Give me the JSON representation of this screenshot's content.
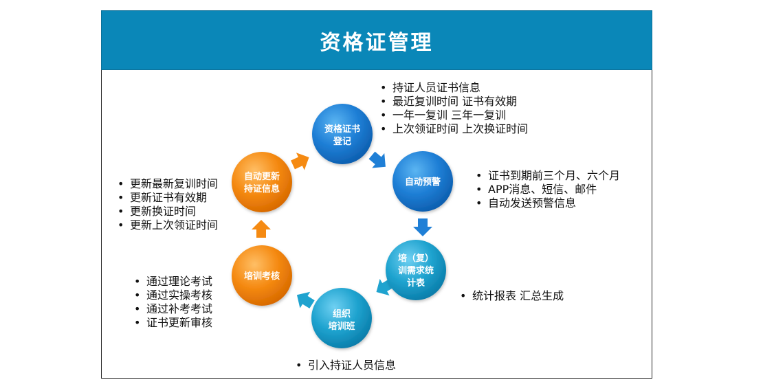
{
  "title": "资格证管理",
  "colors": {
    "header": "#0a87b8",
    "blue": "#1f7fd6",
    "orange": "#f58a12",
    "cyan": "#1fa3cf"
  },
  "nodes": {
    "register": [
      "资格证书",
      "登记"
    ],
    "warning": [
      "自动预警"
    ],
    "stats": [
      "培（复）",
      "训需求统",
      "计表"
    ],
    "class": [
      "组织",
      "培训班"
    ],
    "exam": [
      "培训考核"
    ],
    "update": [
      "自动更新",
      "持证信息"
    ]
  },
  "notes": {
    "register": [
      "持证人员证书信息",
      "最近复训时间 证书有效期",
      "一年一复训  三年一复训",
      "上次领证时间 上次换证时间"
    ],
    "warning": [
      "证书到期前三个月、六个月",
      "APP消息、短信、邮件",
      "自动发送预警信息"
    ],
    "stats": [
      "统计报表 汇总生成"
    ],
    "class": [
      "引入持证人员信息"
    ],
    "exam": [
      "通过理论考试",
      "通过实操考核",
      "通过补考考试",
      "证书更新审核"
    ],
    "update": [
      "更新最新复训时间",
      "更新证书有效期",
      "更新换证时间",
      "更新上次领证时间"
    ]
  }
}
